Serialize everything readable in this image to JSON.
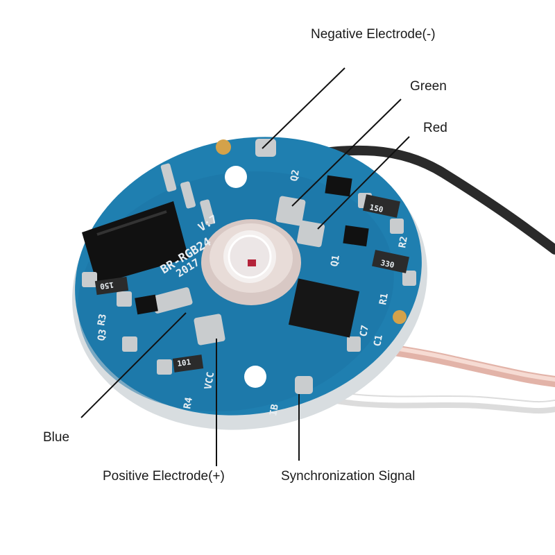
{
  "labels": {
    "negative_electrode": "Negative Electrode(-)",
    "green": "Green",
    "red": "Red",
    "blue": "Blue",
    "positive_electrode": "Positive Electrode(+)",
    "sync_signal": "Synchronization Signal"
  },
  "board_silkscreen": {
    "model": "BR-RGB24",
    "version": "V:7",
    "year": "2017",
    "q2": "Q2",
    "q1": "Q1",
    "q3": "Q3",
    "r1": "R1",
    "r2": "R2",
    "r3": "R3",
    "r4": "R4",
    "c1": "C1",
    "c7": "C7",
    "vcc": "VCC",
    "ib": "IB",
    "res_150a": "150",
    "res_330": "330",
    "res_150b": "150",
    "res_101": "101"
  },
  "colors": {
    "pcb": "#1f7fb0",
    "wire_black": "#2a2a2a",
    "wire_pink": "#f0c9c0",
    "wire_white": "#f6f6f6",
    "pad": "#c9ccce"
  }
}
